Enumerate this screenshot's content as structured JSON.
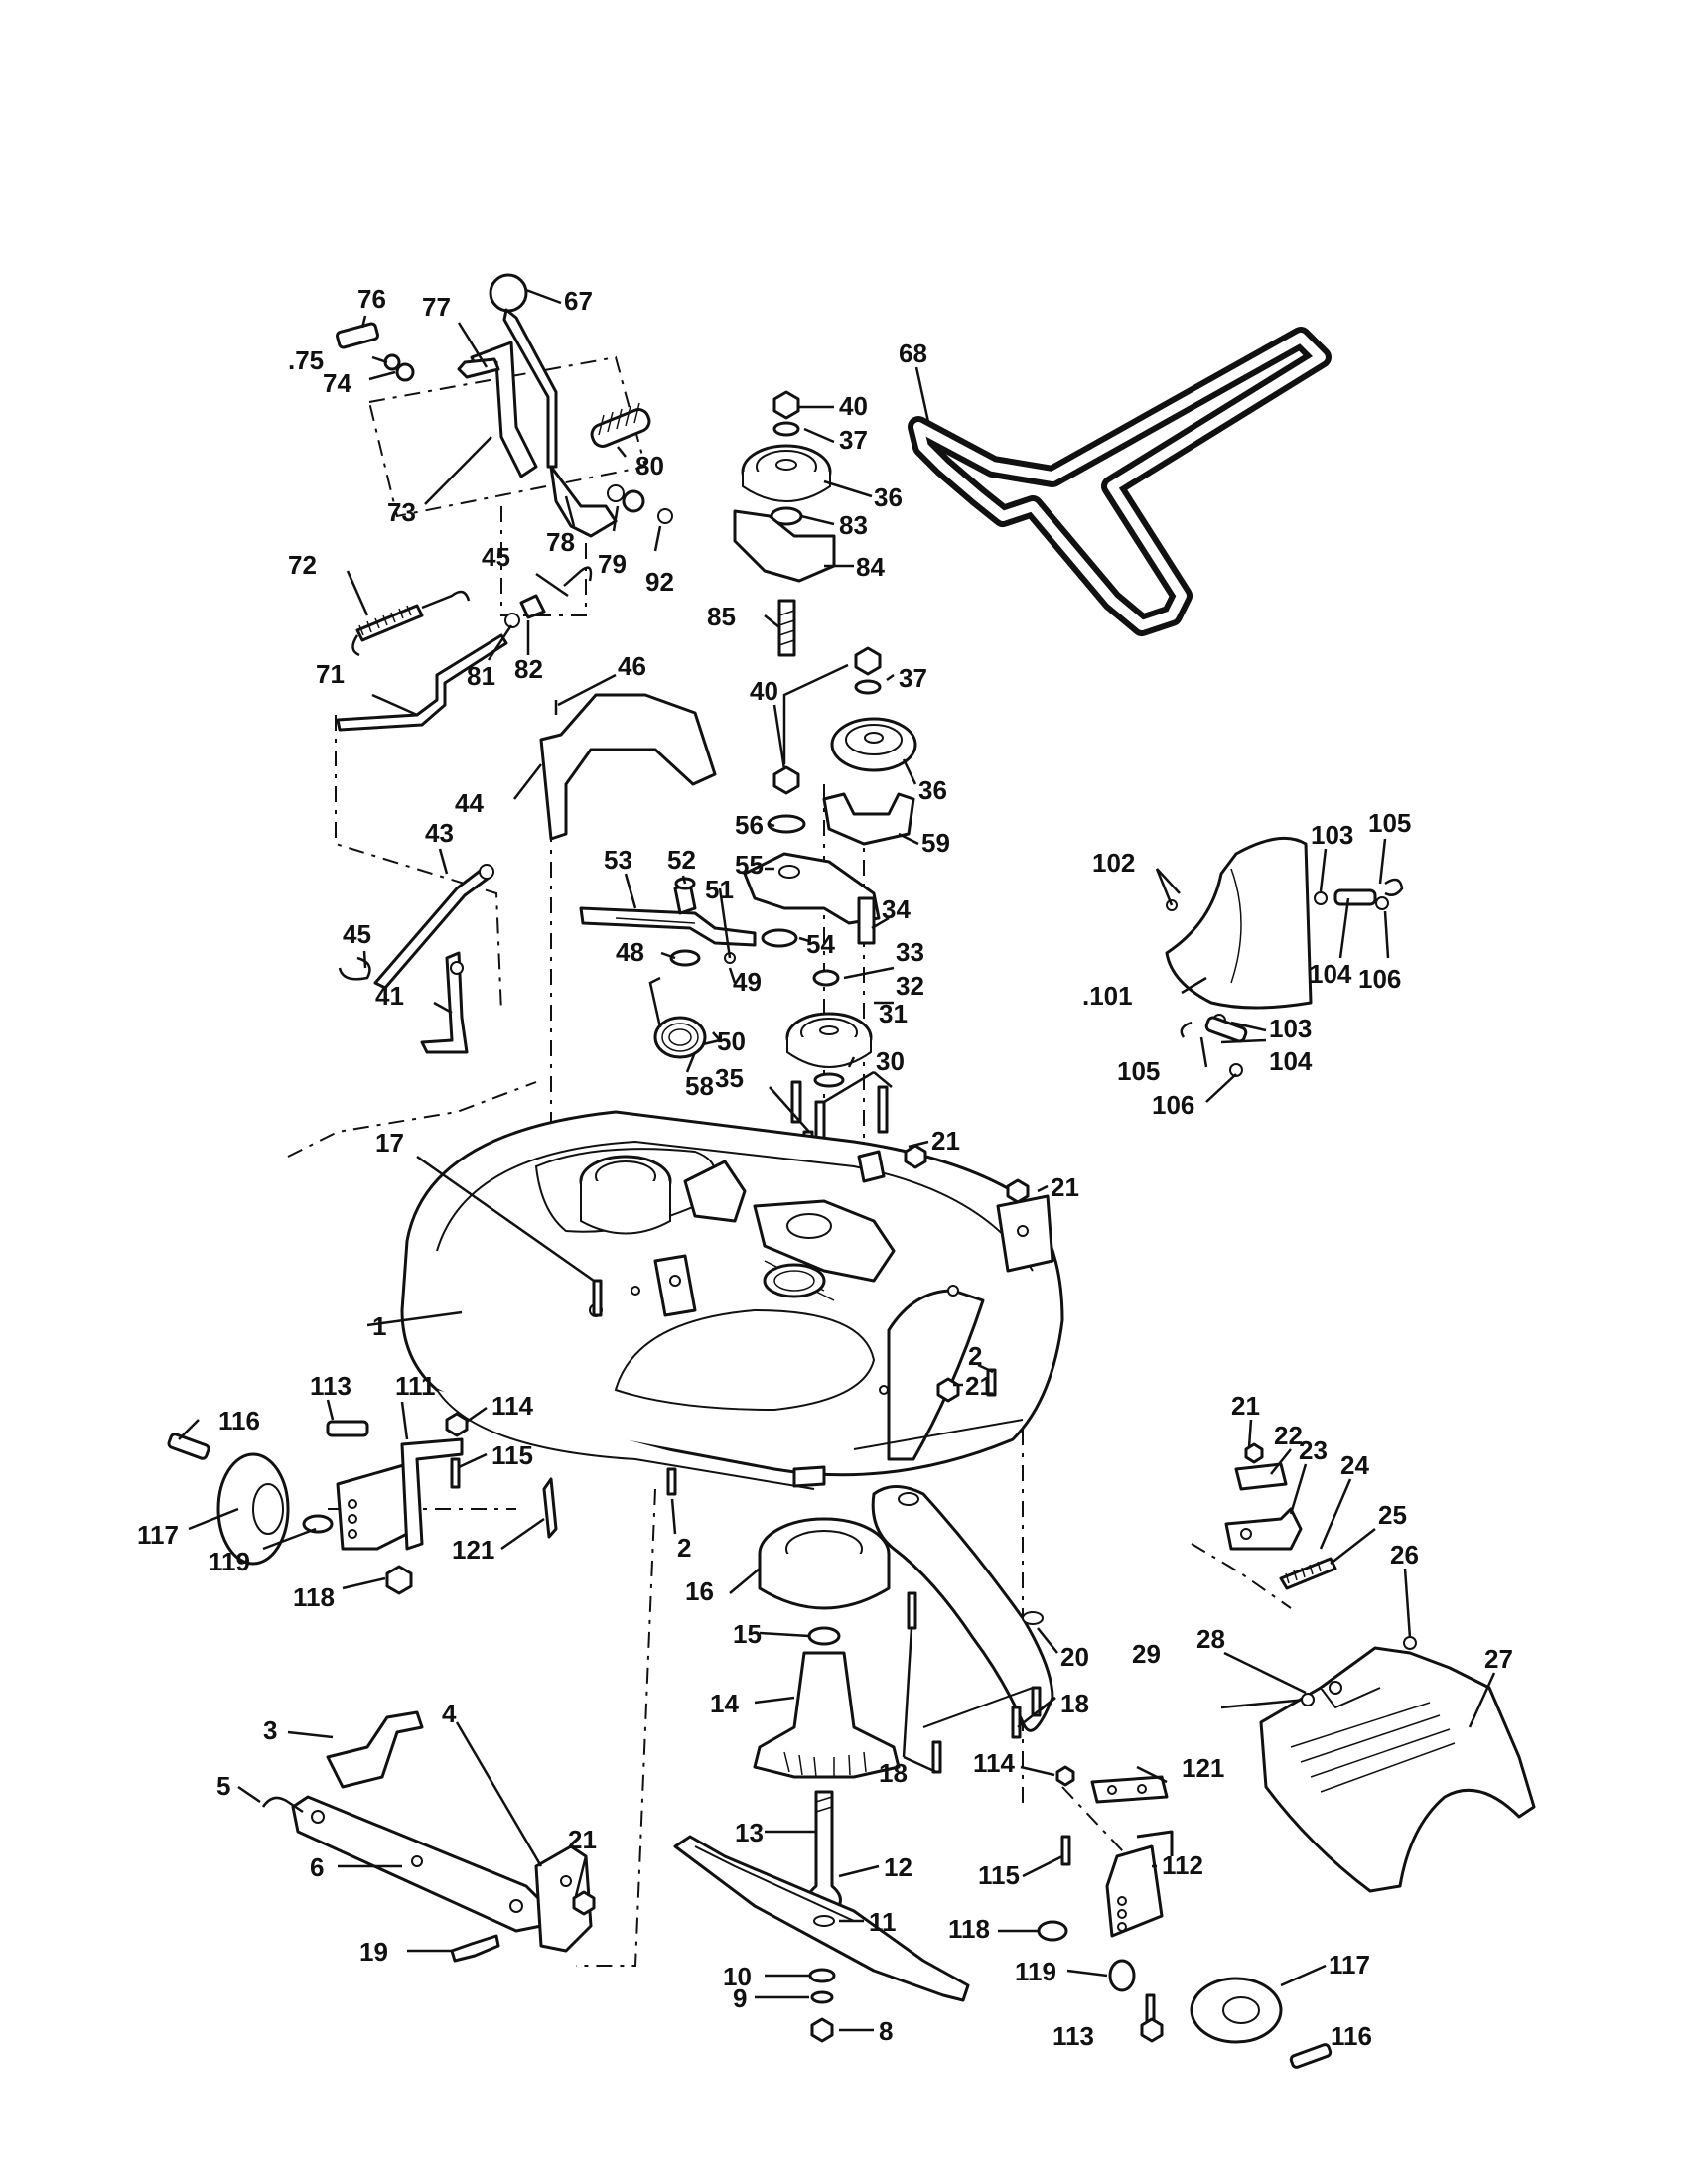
{
  "callouts": [
    {
      "id": "c67",
      "label": "67"
    },
    {
      "id": "c76",
      "label": "76"
    },
    {
      "id": "c77",
      "label": "77"
    },
    {
      "id": "c75",
      "label": ".75"
    },
    {
      "id": "c74",
      "label": "74"
    },
    {
      "id": "c80",
      "label": "80"
    },
    {
      "id": "c73",
      "label": "73"
    },
    {
      "id": "c78",
      "label": "78"
    },
    {
      "id": "c79",
      "label": "79"
    },
    {
      "id": "c92",
      "label": "92"
    },
    {
      "id": "c72",
      "label": "72"
    },
    {
      "id": "c45a",
      "label": "45"
    },
    {
      "id": "c81",
      "label": "81"
    },
    {
      "id": "c82",
      "label": "82"
    },
    {
      "id": "c71",
      "label": "71"
    },
    {
      "id": "c46",
      "label": "46"
    },
    {
      "id": "c44",
      "label": "44"
    },
    {
      "id": "c43",
      "label": "43"
    },
    {
      "id": "c45b",
      "label": "45"
    },
    {
      "id": "c41",
      "label": "41"
    },
    {
      "id": "c68",
      "label": "68"
    },
    {
      "id": "c40a",
      "label": "40"
    },
    {
      "id": "c37a",
      "label": "37"
    },
    {
      "id": "c36a",
      "label": "36"
    },
    {
      "id": "c83",
      "label": "83"
    },
    {
      "id": "c84",
      "label": "84"
    },
    {
      "id": "c85",
      "label": "85"
    },
    {
      "id": "c40b",
      "label": "40"
    },
    {
      "id": "c37b",
      "label": "37"
    },
    {
      "id": "c36b",
      "label": "36"
    },
    {
      "id": "c56",
      "label": "56"
    },
    {
      "id": "c59",
      "label": "59"
    },
    {
      "id": "c53",
      "label": "53"
    },
    {
      "id": "c52",
      "label": "52"
    },
    {
      "id": "c55",
      "label": "55"
    },
    {
      "id": "c51",
      "label": "51"
    },
    {
      "id": "c34",
      "label": "34"
    },
    {
      "id": "c48",
      "label": "48"
    },
    {
      "id": "c54",
      "label": "54"
    },
    {
      "id": "c33",
      "label": "33"
    },
    {
      "id": "c49",
      "label": "49"
    },
    {
      "id": "c32",
      "label": "32"
    },
    {
      "id": "c50",
      "label": "50"
    },
    {
      "id": "c31",
      "label": "31"
    },
    {
      "id": "c58",
      "label": "58"
    },
    {
      "id": "c35",
      "label": "35"
    },
    {
      "id": "c30",
      "label": "30"
    },
    {
      "id": "c17",
      "label": "17"
    },
    {
      "id": "c21a",
      "label": "21"
    },
    {
      "id": "c21b",
      "label": "21"
    },
    {
      "id": "c1",
      "label": "1"
    },
    {
      "id": "c2a",
      "label": "2"
    },
    {
      "id": "c21c",
      "label": "21"
    },
    {
      "id": "c2b",
      "label": "2"
    },
    {
      "id": "c102",
      "label": "102"
    },
    {
      "id": "c103a",
      "label": "103"
    },
    {
      "id": "c105a",
      "label": "105"
    },
    {
      "id": "c101",
      "label": ".101"
    },
    {
      "id": "c104a",
      "label": "104"
    },
    {
      "id": "c106a",
      "label": "106"
    },
    {
      "id": "c103b",
      "label": "103"
    },
    {
      "id": "c104b",
      "label": "104"
    },
    {
      "id": "c105b",
      "label": "105"
    },
    {
      "id": "c106b",
      "label": "106"
    },
    {
      "id": "c116",
      "label": "116"
    },
    {
      "id": "c113a",
      "label": "113"
    },
    {
      "id": "c111",
      "label": "111"
    },
    {
      "id": "c114a",
      "label": "114"
    },
    {
      "id": "c115a",
      "label": "115"
    },
    {
      "id": "c117a",
      "label": "117"
    },
    {
      "id": "c119a",
      "label": "119"
    },
    {
      "id": "c121a",
      "label": "121"
    },
    {
      "id": "c118a",
      "label": "118"
    },
    {
      "id": "c16",
      "label": "16"
    },
    {
      "id": "c15",
      "label": "15"
    },
    {
      "id": "c14",
      "label": "14"
    },
    {
      "id": "c20",
      "label": "20"
    },
    {
      "id": "c18a",
      "label": "18"
    },
    {
      "id": "c18b",
      "label": "18"
    },
    {
      "id": "c13",
      "label": "13"
    },
    {
      "id": "c12",
      "label": "12"
    },
    {
      "id": "c11",
      "label": "11"
    },
    {
      "id": "c10",
      "label": "10"
    },
    {
      "id": "c9",
      "label": "9"
    },
    {
      "id": "c8",
      "label": "8"
    },
    {
      "id": "c3",
      "label": "3"
    },
    {
      "id": "c4",
      "label": "4"
    },
    {
      "id": "c5",
      "label": "5"
    },
    {
      "id": "c6",
      "label": "6"
    },
    {
      "id": "c21d",
      "label": "21"
    },
    {
      "id": "c19",
      "label": "19"
    },
    {
      "id": "c21e",
      "label": "21"
    },
    {
      "id": "c22",
      "label": "22"
    },
    {
      "id": "c23",
      "label": "23"
    },
    {
      "id": "c24",
      "label": "24"
    },
    {
      "id": "c25",
      "label": "25"
    },
    {
      "id": "c26",
      "label": "26"
    },
    {
      "id": "c28",
      "label": "28"
    },
    {
      "id": "c27",
      "label": "27"
    },
    {
      "id": "c29",
      "label": "29"
    },
    {
      "id": "c121b",
      "label": "121"
    },
    {
      "id": "c114b",
      "label": "114"
    },
    {
      "id": "c115b",
      "label": "115"
    },
    {
      "id": "c112",
      "label": "112"
    },
    {
      "id": "c118b",
      "label": "118"
    },
    {
      "id": "c119b",
      "label": "119"
    },
    {
      "id": "c117b",
      "label": "117"
    },
    {
      "id": "c113b",
      "label": "113"
    },
    {
      "id": "c116b",
      "label": "116"
    }
  ]
}
